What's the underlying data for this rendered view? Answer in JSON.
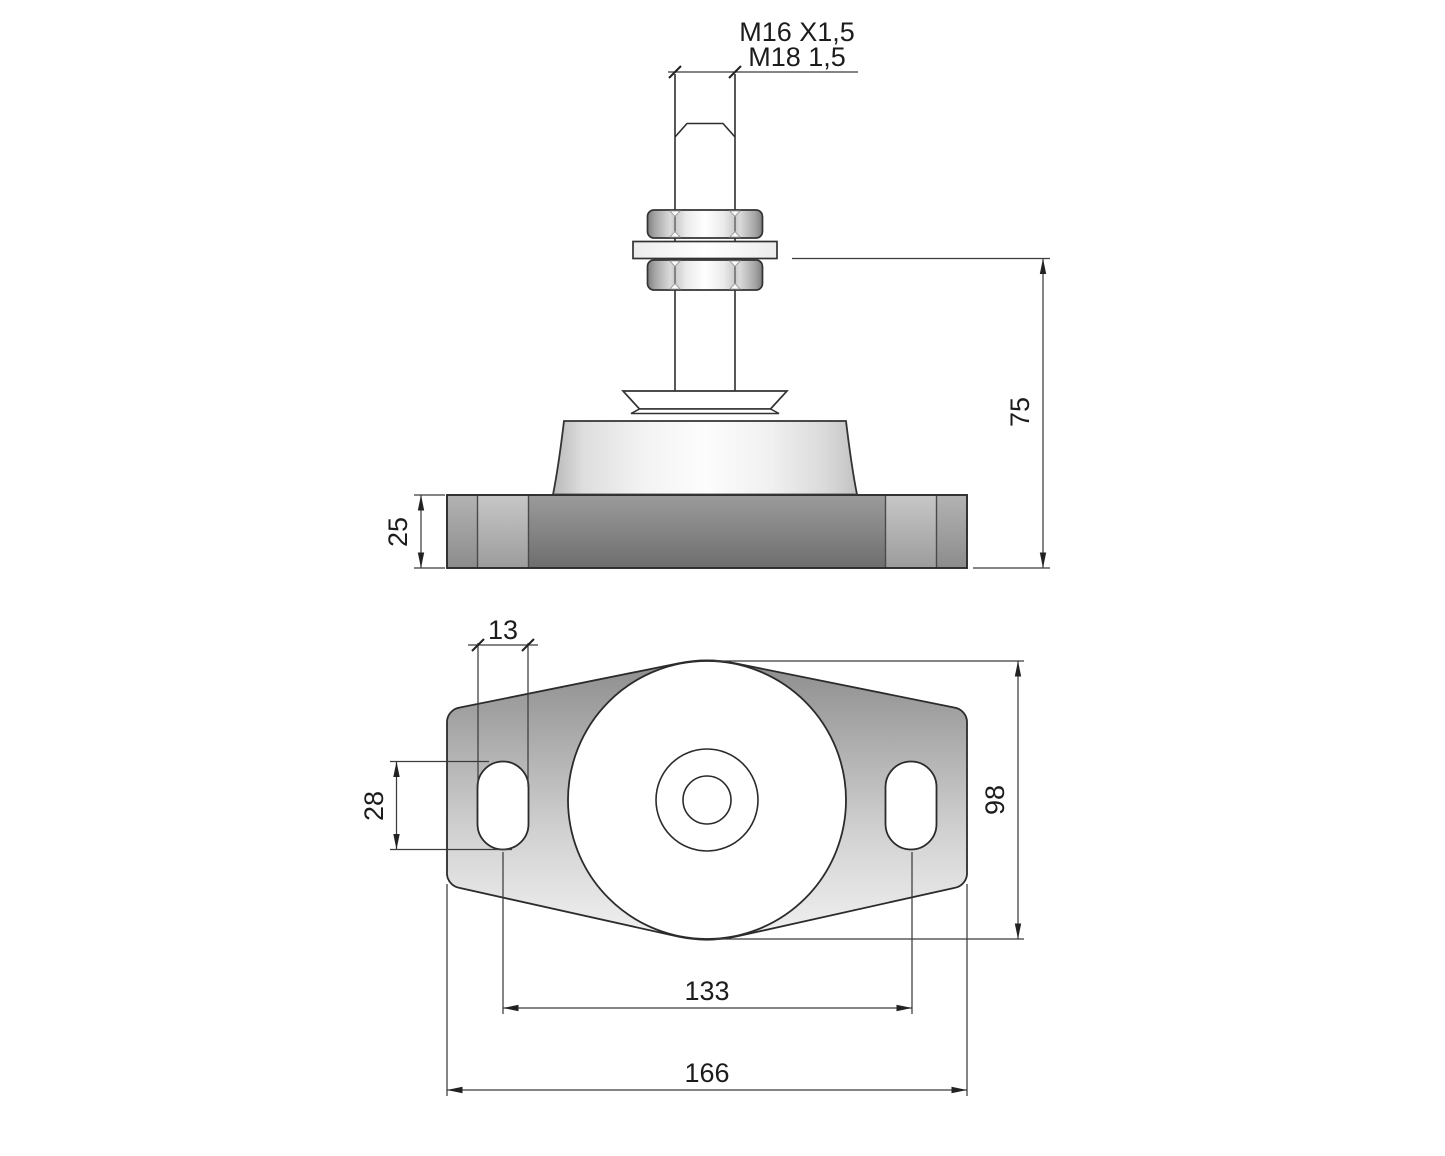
{
  "drawing": {
    "thread_labels": {
      "primary": "M16 X1,5",
      "secondary": "M18 1,5"
    },
    "dimensions": {
      "overall_height": "75",
      "base_thickness": "25",
      "slot_width": "13",
      "slot_length": "28",
      "plate_width": "98",
      "slot_center_distance": "133",
      "overall_length": "166"
    },
    "colors": {
      "line": "#2b2b2b",
      "dimension_line": "#3c3c3c",
      "background": "#ffffff"
    }
  }
}
